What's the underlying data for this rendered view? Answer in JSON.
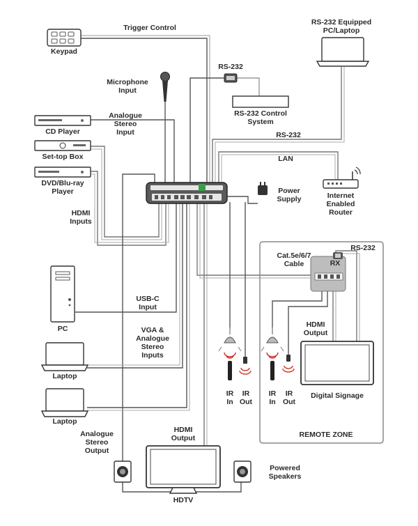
{
  "labels": {
    "keypad": "Keypad",
    "trigger_control": "Trigger Control",
    "rs232_equipped_pc": "RS-232 Equipped\nPC/Laptop",
    "rs232_top": "RS-232",
    "microphone_input": "Microphone\nInput",
    "rs232_control_system": "RS-232 Control\nSystem",
    "analogue_stereo_input": "Analogue\nStereo\nInput",
    "cd_player": "CD Player",
    "rs232_mid": "RS-232",
    "set_top_box": "Set-top Box",
    "lan": "LAN",
    "dvd_bluray_player": "DVD/Blu-ray\nPlayer",
    "power_supply": "Power\nSupply",
    "internet_router": "Internet\nEnabled\nRouter",
    "hdmi_inputs": "HDMI\nInputs",
    "rs232_rx": "RS-232",
    "cat_cable": "Cat.5e/6/7\nCable",
    "rx": "RX",
    "pc": "PC",
    "usbc_input": "USB-C\nInput",
    "hdmi_output_rx": "HDMI\nOutput",
    "vga_analogue_inputs": "VGA &\nAnalogue\nStereo\nInputs",
    "laptop_1": "Laptop",
    "ir_in_1": "IR\nIn",
    "ir_out_1": "IR\nOut",
    "ir_in_2": "IR\nIn",
    "ir_out_2": "IR\nOut",
    "digital_signage": "Digital Signage",
    "laptop_2": "Laptop",
    "hdmi_output_tv": "HDMI\nOutput",
    "remote_zone": "REMOTE ZONE",
    "analogue_stereo_output": "Analogue\nStereo\nOutput",
    "powered_speakers": "Powered\nSpeakers",
    "hdtv": "HDTV"
  },
  "colors": {
    "device_fill": "#ffffff",
    "device_stroke": "#333333",
    "cable": "#555555",
    "cable_light": "#999999",
    "switcher": "#555555",
    "rx_fill": "#bdbdbd",
    "ir_red": "#d0281e"
  }
}
